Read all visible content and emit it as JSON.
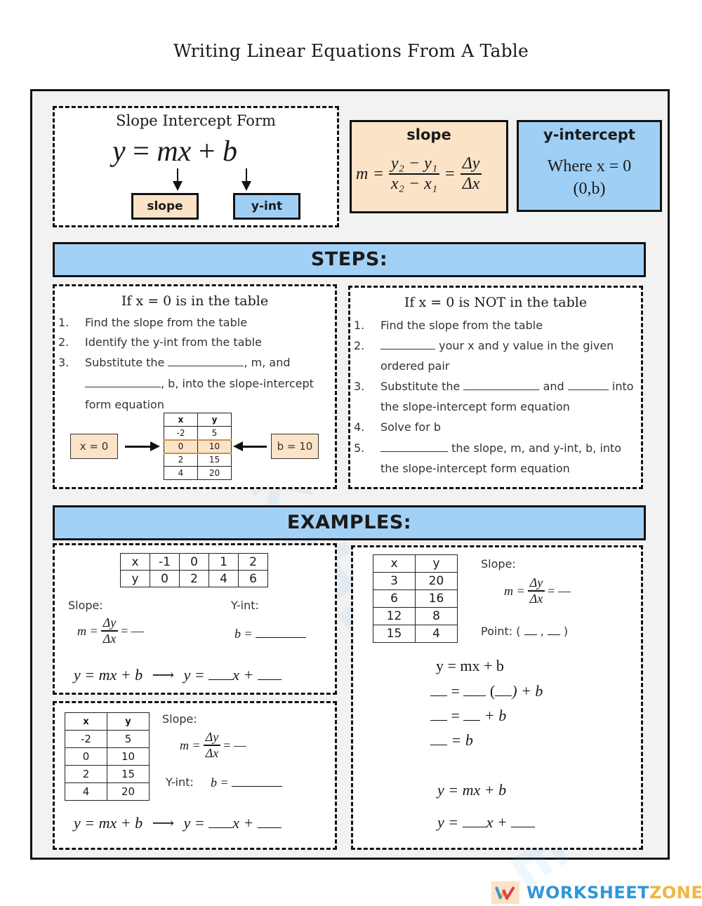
{
  "title": "Writing Linear Equations From A Table",
  "slope_intercept": {
    "heading": "Slope Intercept Form",
    "equation": {
      "y": "y",
      "eq": " = ",
      "mx": "mx",
      "plus": " + ",
      "b": "b"
    },
    "slope_tag": "slope",
    "yint_tag": "y-int"
  },
  "slope_box": {
    "heading": "slope",
    "m": "m",
    "eq": "=",
    "numerator": "y₂ − y₁",
    "denominator": "x₂ − x₁",
    "delta_num": "Δy",
    "delta_den": "Δx"
  },
  "yint_box": {
    "heading": "y-intercept",
    "line1": "Where x = 0",
    "line2": "(0,b)"
  },
  "steps_banner": "STEPS:",
  "steps_left": {
    "heading": "If x = 0 is in the table",
    "items": [
      {
        "n": "1.",
        "text": "Find the slope from the table"
      },
      {
        "n": "2.",
        "text": "Identify the y-int from the table"
      },
      {
        "n": "3.",
        "text_a": "Substitute the",
        "text_b": ", m, and",
        "text_c": ", b, into the slope-intercept",
        "text_d": "form equation"
      }
    ],
    "demo": {
      "left_callout": "x = 0",
      "right_callout": "b = 10",
      "headers": [
        "x",
        "y"
      ],
      "rows": [
        [
          "-2",
          "5"
        ],
        [
          "0",
          "10"
        ],
        [
          "2",
          "15"
        ],
        [
          "4",
          "20"
        ]
      ],
      "highlight_row": 1
    }
  },
  "steps_right": {
    "heading": "If x = 0 is NOT in the table",
    "items": [
      {
        "n": "1.",
        "text": "Find the slope from the table"
      },
      {
        "n": "2.",
        "text_a": "your x and y value in the given",
        "text_b": "ordered pair"
      },
      {
        "n": "3.",
        "text_a": "Substitute the",
        "text_b": "and",
        "text_c": "into",
        "text_d": "the slope-intercept form equation"
      },
      {
        "n": "4.",
        "text": "Solve for b"
      },
      {
        "n": "5.",
        "text_a": "the slope, m, and y-int, b, into",
        "text_b": "the slope-intercept form equation"
      }
    ]
  },
  "examples_banner": "EXAMPLES:",
  "example1": {
    "table": {
      "rows": [
        [
          "x",
          "-1",
          "0",
          "1",
          "2"
        ],
        [
          "y",
          "0",
          "2",
          "4",
          "6"
        ]
      ]
    },
    "slope_label": "Slope:",
    "yint_label": "Y-int:",
    "slope_eq": {
      "m": "m =",
      "num": "Δy",
      "den": "Δx",
      "tail": "= —"
    },
    "yint_eq": "b =",
    "final_eq_left": "y = mx + b",
    "arrow": "⟶",
    "final_eq_right_a": "y =",
    "final_eq_right_b": "x +"
  },
  "example2": {
    "table": {
      "headers": [
        "x",
        "y"
      ],
      "rows": [
        [
          "-2",
          "5"
        ],
        [
          "0",
          "10"
        ],
        [
          "2",
          "15"
        ],
        [
          "4",
          "20"
        ]
      ]
    },
    "slope_label": "Slope:",
    "yint_label": "Y-int:",
    "slope_eq": {
      "m": "m =",
      "num": "Δy",
      "den": "Δx",
      "tail": "= —"
    },
    "yint_eq": "b =",
    "final_eq_left": "y = mx + b",
    "arrow": "⟶",
    "final_eq_right_a": "y =",
    "final_eq_right_b": "x +"
  },
  "example3": {
    "table": {
      "headers": [
        "x",
        "y"
      ],
      "rows": [
        [
          "3",
          "20"
        ],
        [
          "6",
          "16"
        ],
        [
          "12",
          "8"
        ],
        [
          "15",
          "4"
        ]
      ]
    },
    "slope_label": "Slope:",
    "slope_eq": {
      "m": "m =",
      "num": "Δy",
      "den": "Δx",
      "tail": "= —"
    },
    "point_label": "Point: (",
    "point_sep": ",",
    "point_end": ")",
    "work": {
      "line1": "y = mx + b",
      "line2_eq": "=",
      "line2_paren_open": "(",
      "line2_paren_close": ") + b",
      "line3_eq": "=",
      "line3_tail": "+ b",
      "line4_tail": "= b",
      "line5": "y = mx + b",
      "line6_a": "y =",
      "line6_b": "x +"
    }
  },
  "footer": {
    "logo_mark": "W",
    "brand_a": "WORKSHEET",
    "brand_b": "ZONE",
    "brand_a_color": "#2f97d8",
    "brand_b_color": "#f0b545"
  }
}
